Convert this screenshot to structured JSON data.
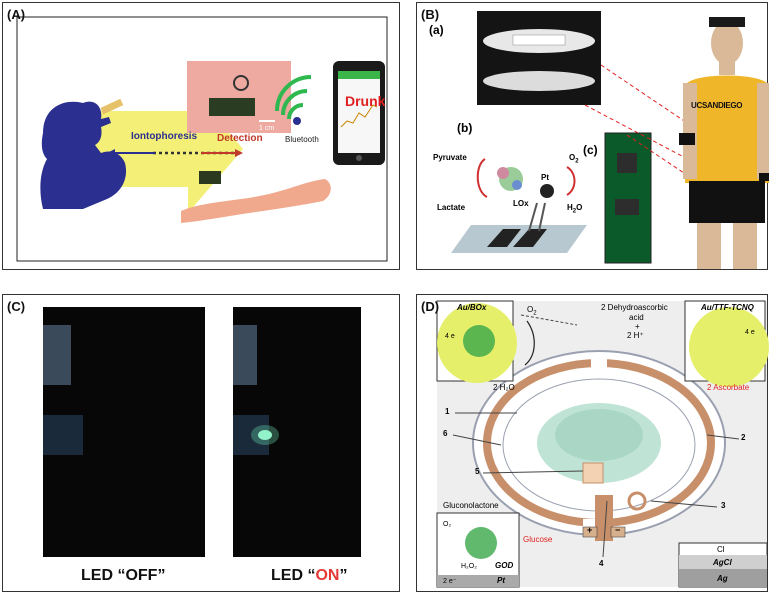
{
  "panels": {
    "a": {
      "label": "(A)",
      "iontophoresis": "Iontophoresis",
      "detection": "Detection",
      "scale": "1 cm",
      "bluetooth": "Bluetooth",
      "phone_status": "Drunk"
    },
    "b": {
      "label": "(B)",
      "sub_a": "(a)",
      "sub_b": "(b)",
      "sub_c": "(c)",
      "pyruvate": "Pyruvate",
      "lactate": "Lactate",
      "lox": "LOx",
      "pt": "Pt",
      "o2": "O",
      "o2_sub": "2",
      "h2o": "H",
      "h2o_sub": "2",
      "h2o_end": "O",
      "shirt_text": "UCSANDIEGO"
    },
    "c": {
      "label": "(C)",
      "led_off_prefix": "LED “",
      "led_off_state": "OFF",
      "led_off_suffix": "”",
      "led_on_prefix": "LED “",
      "led_on_state": "ON",
      "led_on_suffix": "”"
    },
    "d": {
      "label": "(D)",
      "au_box": "Au/BOx",
      "au_ttf": "Au/TTF-TCNQ",
      "o2": "O",
      "o2_sub": "2",
      "dehydro_line1": "2 Dehydroascorbic",
      "dehydro_line2": "acid",
      "plus": "+",
      "two_h": "2 H⁺",
      "four_e_left": "4 e",
      "four_e_right": "4 e",
      "two_h2o": "2 H₂O",
      "two_ascorbate": "2 Ascorbate",
      "n1": "1",
      "n2": "2",
      "n3": "3",
      "n4": "4",
      "n5": "5",
      "n6": "6",
      "gluconolactone": "Gluconolactone",
      "glucose": "Glucose",
      "god": "GOD",
      "h2o2": "H₂O₂",
      "pt": "Pt",
      "two_e": "2 e⁻",
      "o2_small": "O₂",
      "cl": "Cl",
      "agcl": "AgCl",
      "ag": "Ag",
      "plus_sign": "+",
      "minus_sign": "−"
    }
  },
  "colors": {
    "silhouette": "#2b2f8f",
    "arrow": "#f5f07a",
    "detection": "#c0392b",
    "drunk": "#e02020",
    "on_text": "#e53935",
    "ring": "#c8906a",
    "blue_arrow": "#5570b0"
  }
}
